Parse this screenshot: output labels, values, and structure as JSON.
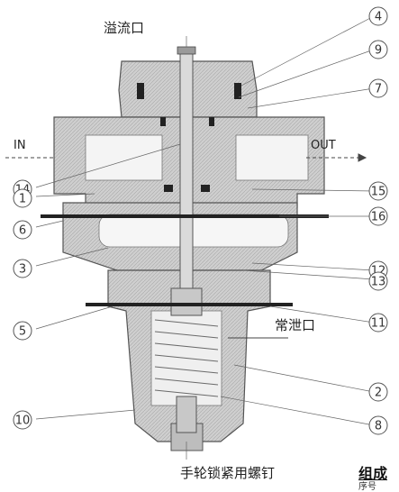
{
  "labels": {
    "overflow_port": "溢流口",
    "inlet": "IN",
    "outlet": "OUT",
    "drain_port": "常泄口",
    "handwheel_screw": "手轮锁紧用螺钉"
  },
  "callouts": [
    "4",
    "9",
    "7",
    "14",
    "15",
    "1",
    "16",
    "6",
    "12",
    "3",
    "13",
    "5",
    "11",
    "2",
    "10",
    "8"
  ],
  "footer": {
    "title": "组成",
    "subtitle": "序号"
  }
}
